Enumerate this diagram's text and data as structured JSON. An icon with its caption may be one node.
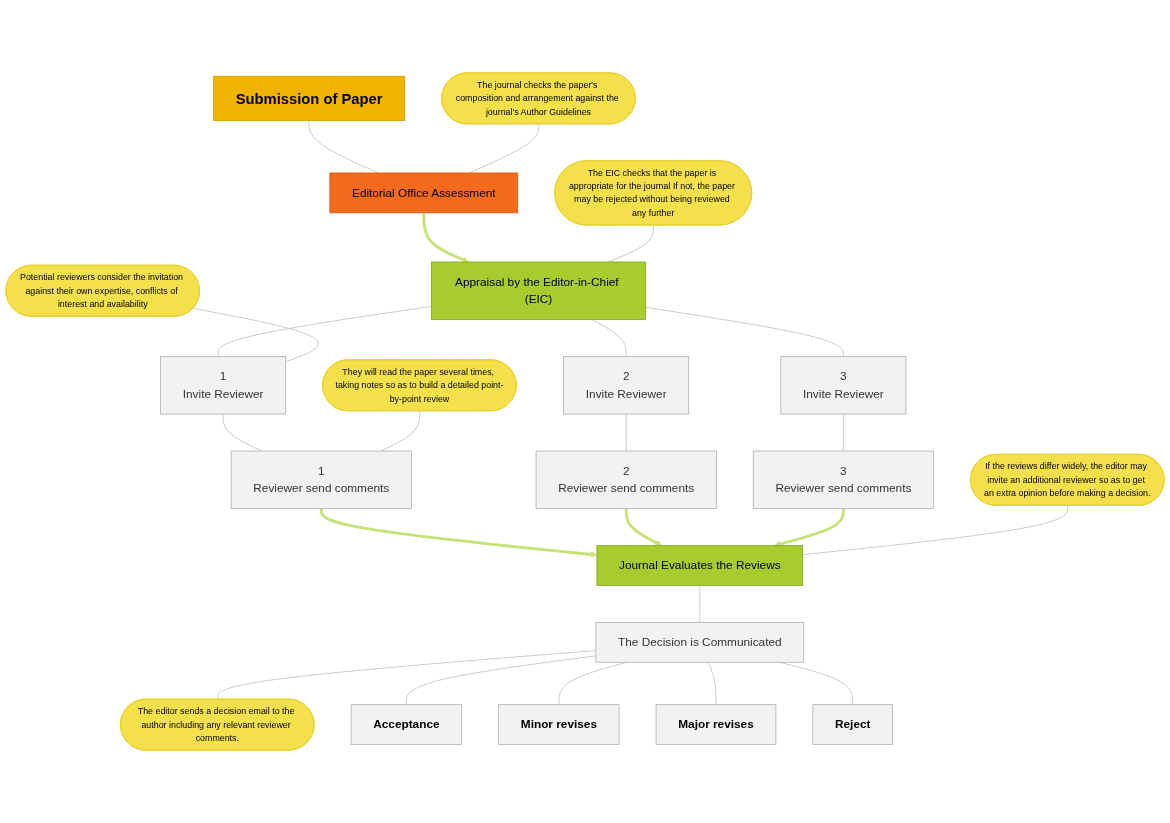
{
  "diagram": {
    "nodes": [
      {
        "text": [
          "Submission of Paper"
        ]
      },
      {
        "text": [
          "The journal checks the paper's composition and arrangement against the journal's Author Guidelines"
        ]
      },
      {
        "text": [
          "Editorial Office Assessment"
        ]
      },
      {
        "text": [
          "The EIC checks that the paper is appropriate for the journal If not, the paper may be rejected without being reviewed any further"
        ]
      },
      {
        "text": [
          "Appraisal by the Editor-in-Chief (EIC)"
        ]
      },
      {
        "text": [
          "Potential reviewers consider the invitation against their own expertise, conflicts of interest and availability"
        ]
      },
      {
        "text": [
          "They will read the paper several times, taking notes so as to build a detailed point-by-point review"
        ]
      },
      {
        "text": [
          "1",
          "Invite Reviewer"
        ]
      },
      {
        "text": [
          "1",
          "Reviewer send comments"
        ]
      },
      {
        "text": [
          "2",
          "Invite Reviewer"
        ]
      },
      {
        "text": [
          "2",
          "Reviewer send comments"
        ]
      },
      {
        "text": [
          "3",
          "Invite Reviewer"
        ]
      },
      {
        "text": [
          "3",
          "Reviewer send comments"
        ]
      },
      {
        "text": [
          "If the reviews differ widely, the editor may invite an additional reviewer so as to get an extra opinion before making a decision."
        ]
      },
      {
        "text": [
          "Journal Evaluates the Reviews"
        ]
      },
      {
        "text": [
          "The Decision is Communicated"
        ]
      },
      {
        "text": [
          "The editor sends a decision email to the author including any relevant reviewer comments."
        ]
      },
      {
        "text": [
          "Acceptance"
        ]
      },
      {
        "text": [
          "Minor revises"
        ]
      },
      {
        "text": [
          "Major revises"
        ]
      },
      {
        "text": [
          "Reject"
        ]
      }
    ],
    "edges": [
      {
        "from": 0,
        "to": 2,
        "arrow": "none"
      },
      {
        "from": 1,
        "to": 2,
        "arrow": "none"
      },
      {
        "from": 2,
        "to": 4,
        "arrow": "to",
        "style": "thick",
        "color": "#c8e27a"
      },
      {
        "from": 3,
        "to": 4,
        "arrow": "none"
      },
      {
        "from": 4,
        "to": 7,
        "arrow": "none"
      },
      {
        "from": 4,
        "to": 9,
        "arrow": "none"
      },
      {
        "from": 4,
        "to": 11,
        "arrow": "none"
      },
      {
        "from": 5,
        "to": 7,
        "arrow": "none"
      },
      {
        "from": 7,
        "to": 8,
        "arrow": "none"
      },
      {
        "from": 9,
        "to": 10,
        "arrow": "none"
      },
      {
        "from": 11,
        "to": 12,
        "arrow": "none"
      },
      {
        "from": 6,
        "to": 8,
        "arrow": "none"
      },
      {
        "from": 8,
        "to": 14,
        "arrow": "to",
        "style": "thick",
        "color": "#c8e27a"
      },
      {
        "from": 10,
        "to": 14,
        "arrow": "to",
        "style": "thick",
        "color": "#c8e27a"
      },
      {
        "from": 12,
        "to": 14,
        "arrow": "to",
        "style": "thick",
        "color": "#c8e27a"
      },
      {
        "from": 13,
        "to": 14,
        "arrow": "none"
      },
      {
        "from": 14,
        "to": 15,
        "arrow": "none"
      },
      {
        "from": 16,
        "to": 15,
        "arrow": "none"
      },
      {
        "from": 15,
        "to": 17,
        "arrow": "none"
      },
      {
        "from": 15,
        "to": 18,
        "arrow": "none"
      },
      {
        "from": 15,
        "to": 19,
        "arrow": "none"
      },
      {
        "from": 15,
        "to": 20,
        "arrow": "none"
      }
    ]
  }
}
